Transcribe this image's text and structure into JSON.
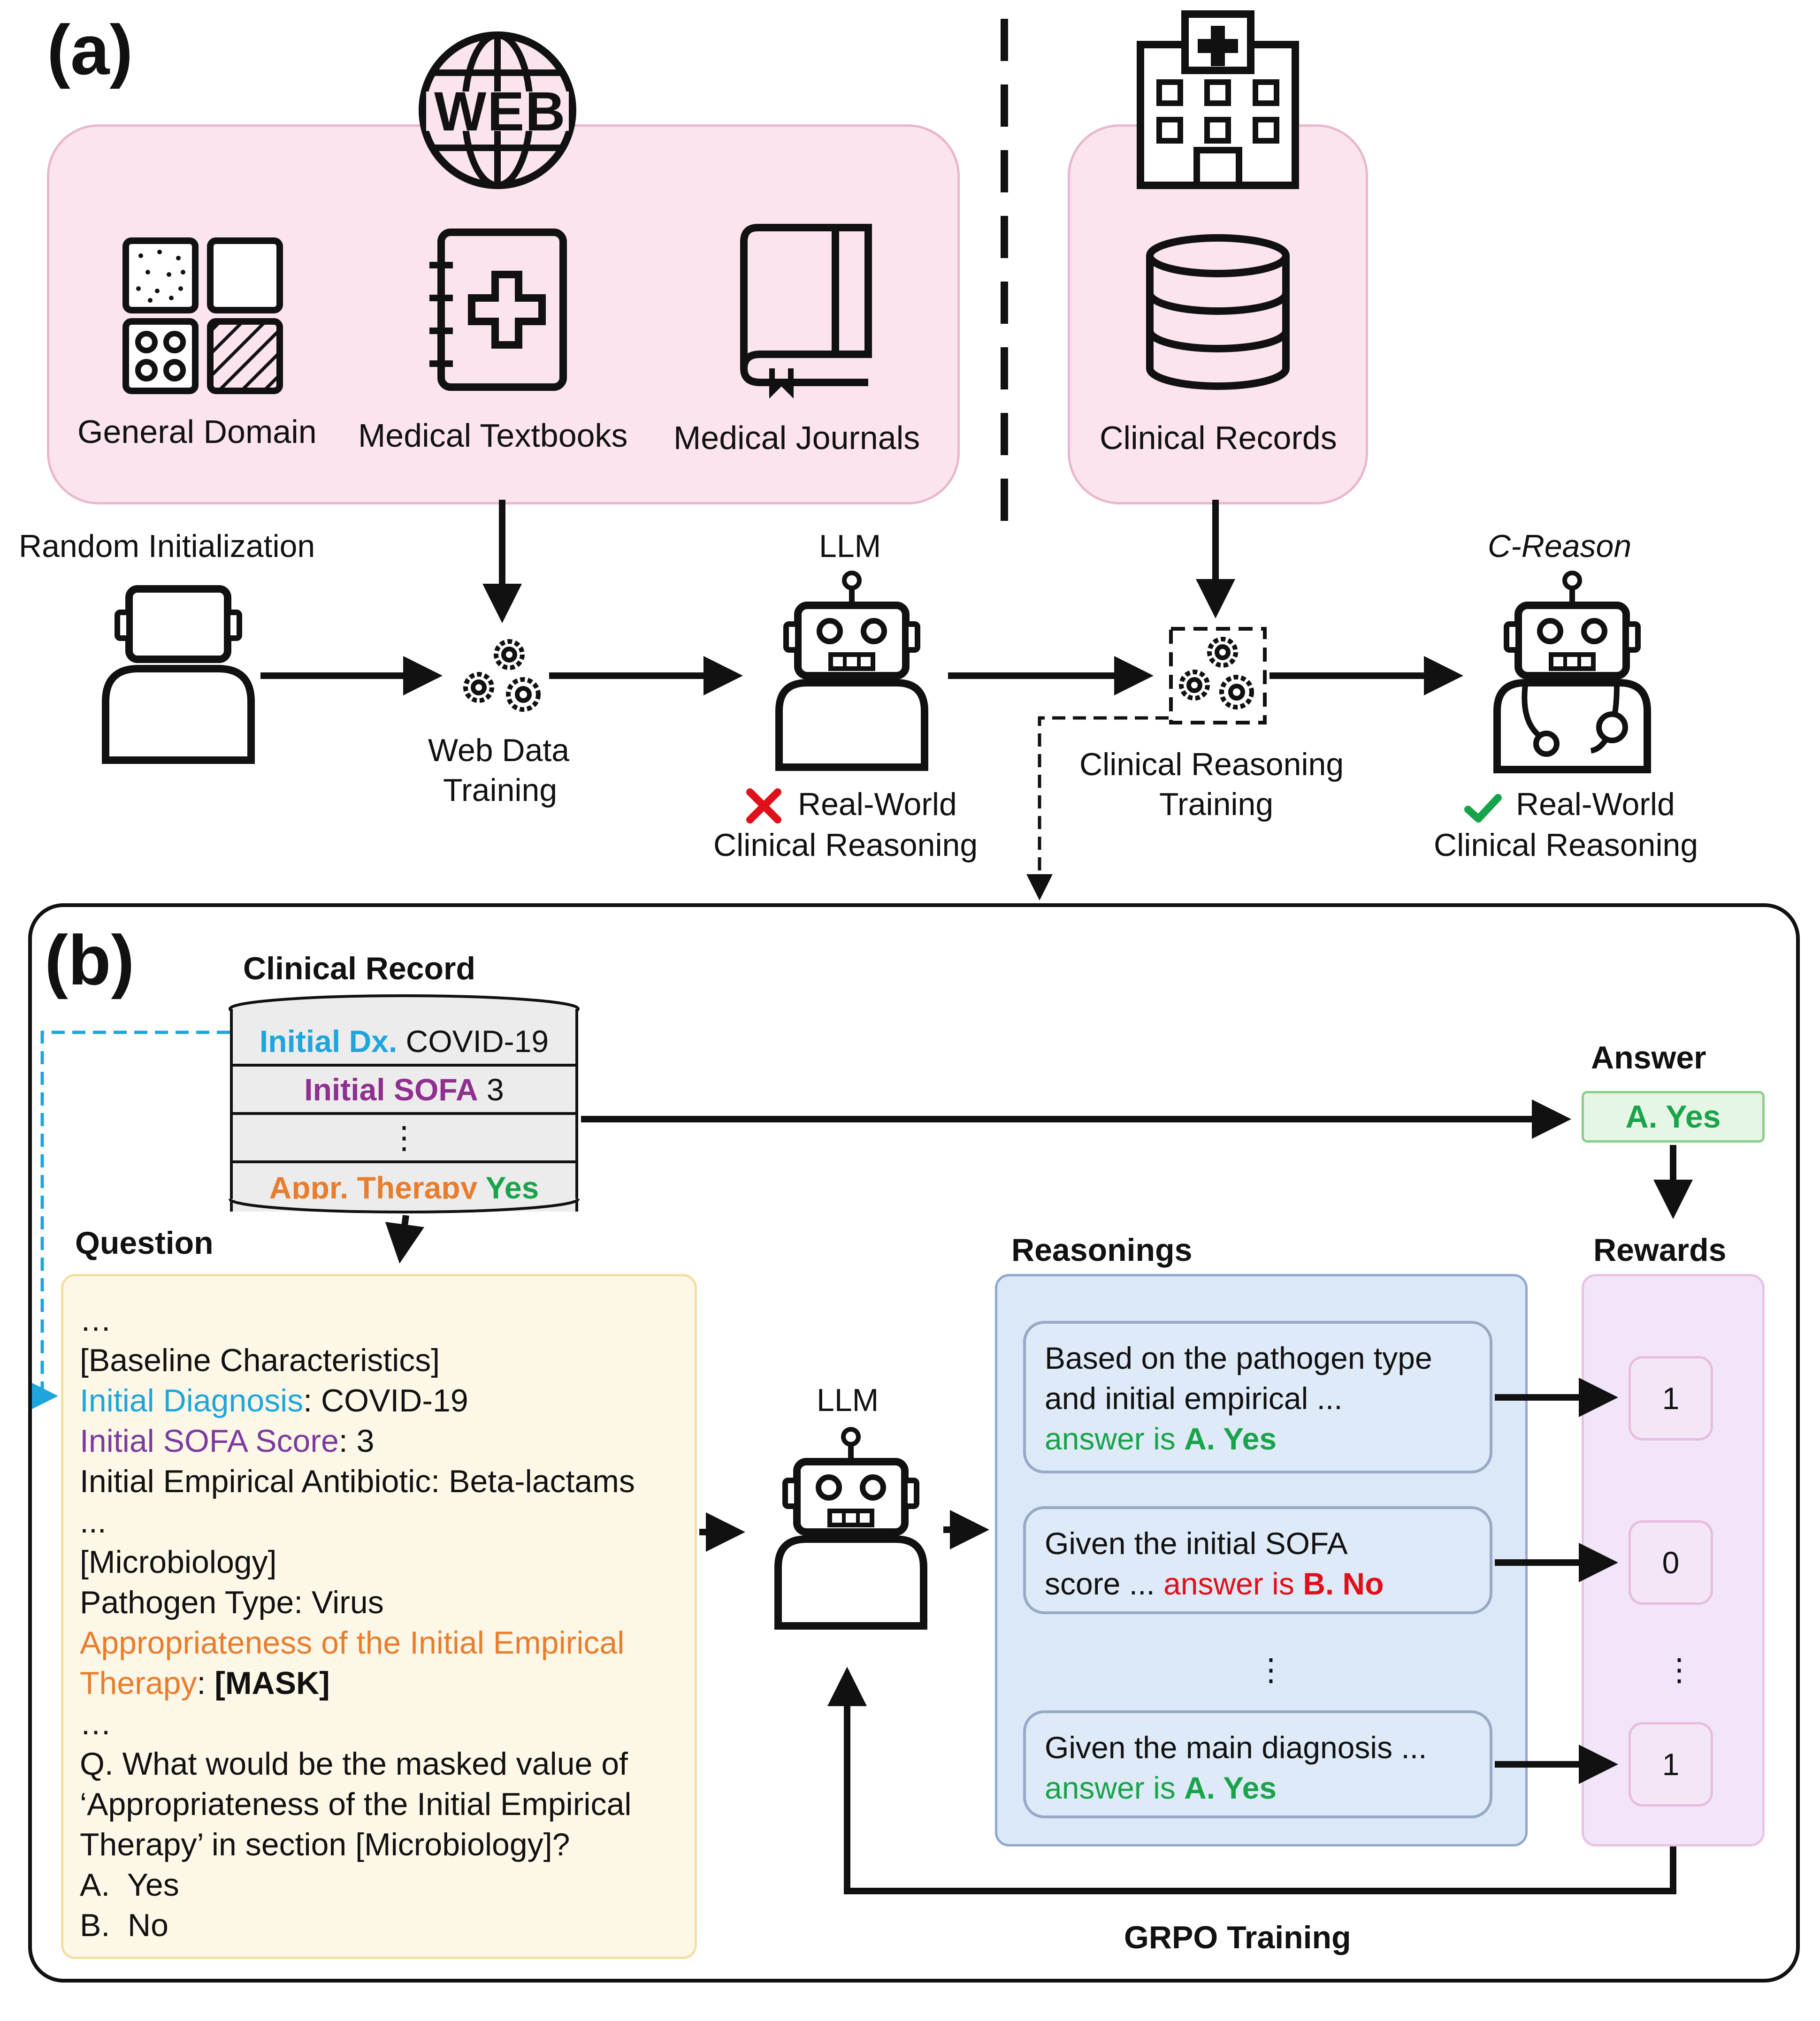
{
  "panel_a": {
    "label": "(a)",
    "sources": {
      "web_icon_text": "WEB",
      "general_domain": "General Domain",
      "medical_textbooks": "Medical Textbooks",
      "medical_journals": "Medical Journals",
      "clinical_records": "Clinical Records"
    },
    "pipeline": {
      "random_init": "Random Initialization",
      "web_training_line1": "Web Data",
      "web_training_line2": "Training",
      "llm": "LLM",
      "llm_fail_line1": "Real-World",
      "llm_fail_line2": "Clinical Reasoning",
      "clinical_training_line1": "Clinical Reasoning",
      "clinical_training_line2": "Training",
      "creason": "C-Reason",
      "creason_ok_line1": "Real-World",
      "creason_ok_line2": "Clinical Reasoning"
    },
    "colors": {
      "pink_fill": "#fce4ef",
      "pink_border": "#e9b7cd",
      "cross": "#e0101a",
      "check": "#17a34a"
    }
  },
  "panel_b": {
    "label": "(b)",
    "clinical_record": {
      "title": "Clinical Record",
      "row1_key": "Initial Dx.",
      "row1_val": " COVID-19",
      "row2_key": "Initial SOFA",
      "row2_val": " 3",
      "row3": "⋮",
      "row4_key": "Appr. Therapy",
      "row4_val": " Yes"
    },
    "answer": {
      "title": "Answer",
      "value": "A. Yes"
    },
    "question": {
      "title": "Question",
      "lines": [
        "…",
        "[Baseline Characteristics]",
        {
          "key": "Initial Diagnosis",
          "rest": ": COVID-19"
        },
        {
          "key": "Initial SOFA Score",
          "rest": ": 3"
        },
        "Initial Empirical Antibiotic: Beta-lactams",
        "...",
        "[Microbiology]",
        "Pathogen Type: Virus",
        {
          "key": "Appropriateness of the Initial Empirical",
          "rest": ""
        },
        {
          "key": "Therapy",
          "rest": ": ",
          "mask": "[MASK]"
        },
        "…",
        "Q. What would be the masked value of",
        "‘Appropriateness of the Initial Empirical",
        "Therapy’ in section [Microbiology]?",
        "A.  Yes",
        "B.  No"
      ]
    },
    "llm": "LLM",
    "reasonings": {
      "title": "Reasonings",
      "card1_line1": "Based on the pathogen type",
      "card1_line2": "and initial empirical ...",
      "card1_ans_prefix": "answer is ",
      "card1_ans": "A. Yes",
      "card2_line1": "Given the initial SOFA",
      "card2_line2": "score ... ",
      "card2_ans_prefix": "answer is ",
      "card2_ans": "B. No",
      "dots": "⋮",
      "card3_line1": "Given the main diagnosis ...",
      "card3_ans_prefix": "answer is ",
      "card3_ans": "A. Yes"
    },
    "rewards": {
      "title": "Rewards",
      "r1": "1",
      "r2": "0",
      "dots": "⋮",
      "r3": "1"
    },
    "grpo": "GRPO Training",
    "colors": {
      "blue_key": "#1ea6dc",
      "purple_key": "#8f2f8f",
      "orange_key": "#e87d2d",
      "green": "#19a34a",
      "red": "#e0101a",
      "question_fill": "#fdf7e7",
      "question_border": "#f4dfa1",
      "reason_fill": "#dbe8f8",
      "reason_border": "#8fa8cc",
      "reward_fill": "#f2e5f9",
      "reward_border": "#e9c2e6",
      "answer_fill": "#e6f6e5",
      "answer_border": "#8bcf8b"
    }
  }
}
